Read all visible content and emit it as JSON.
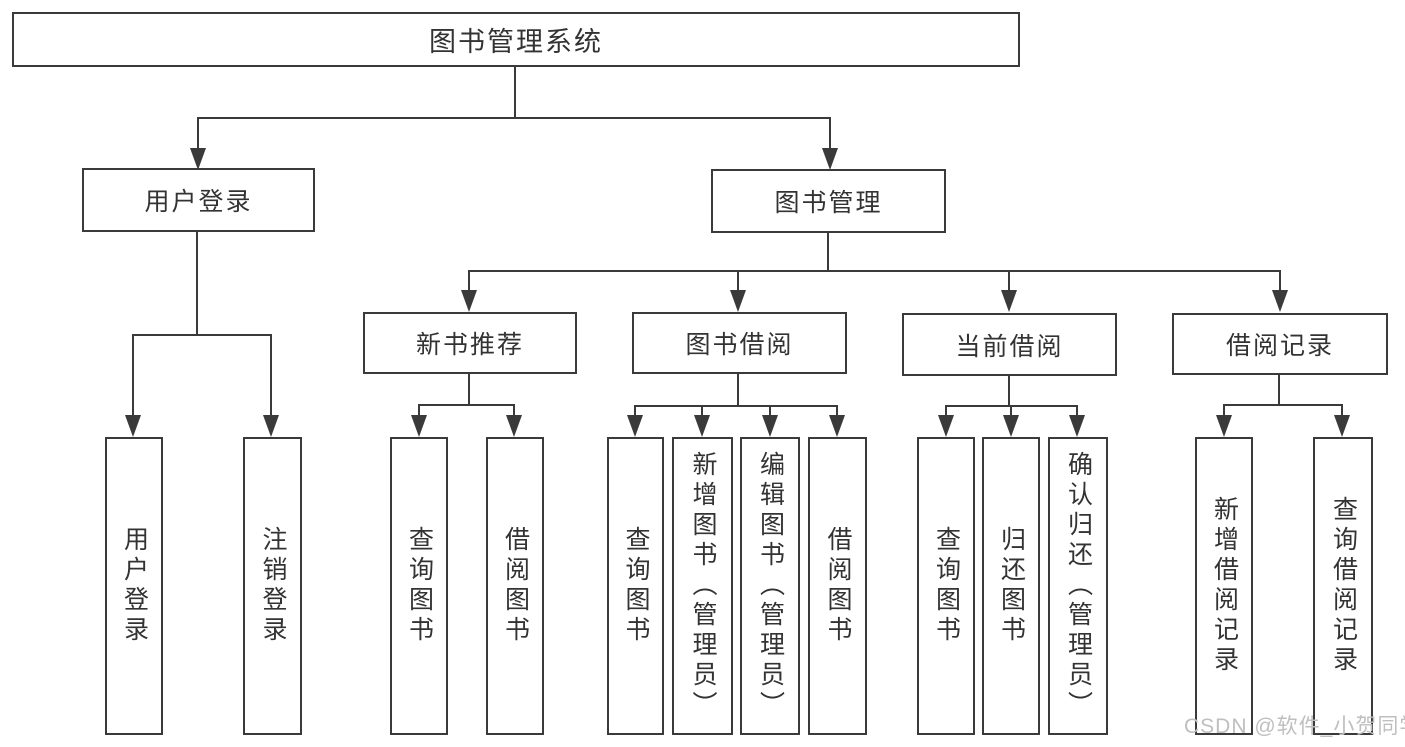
{
  "diagram": {
    "title": "图书管理系统",
    "watermark": "CSDN @软件_小贺同学",
    "colors": {
      "line": "#3a3a3a",
      "text": "#333333",
      "watermark": "#bfbfbf",
      "background": "#ffffff"
    },
    "nodes": {
      "root": {
        "label": "图书管理系统"
      },
      "level2": {
        "user_login": {
          "label": "用户登录"
        },
        "book_management": {
          "label": "图书管理"
        }
      },
      "level3": {
        "new_book_recommend": {
          "label": "新书推荐"
        },
        "book_borrowing": {
          "label": "图书借阅"
        },
        "current_borrowing": {
          "label": "当前借阅"
        },
        "borrowing_records": {
          "label": "借阅记录"
        }
      },
      "leaves": {
        "user_login": {
          "label": "用户登录"
        },
        "logout": {
          "label": "注销登录"
        },
        "recommend_query_books": {
          "label": "查询图书"
        },
        "recommend_borrow_books": {
          "label": "借阅图书"
        },
        "borrowing_query_books": {
          "label": "查询图书"
        },
        "borrowing_add_books": {
          "label": "新增图书（管理员）"
        },
        "borrowing_edit_books": {
          "label": "编辑图书（管理员）"
        },
        "borrowing_borrow_books": {
          "label": "借阅图书"
        },
        "current_query_books": {
          "label": "查询图书"
        },
        "current_return_books": {
          "label": "归还图书"
        },
        "current_confirm_return": {
          "label": "确认归还（管理员）"
        },
        "records_add_record": {
          "label": "新增借阅记录"
        },
        "records_query_record": {
          "label": "查询借阅记录"
        }
      }
    }
  }
}
